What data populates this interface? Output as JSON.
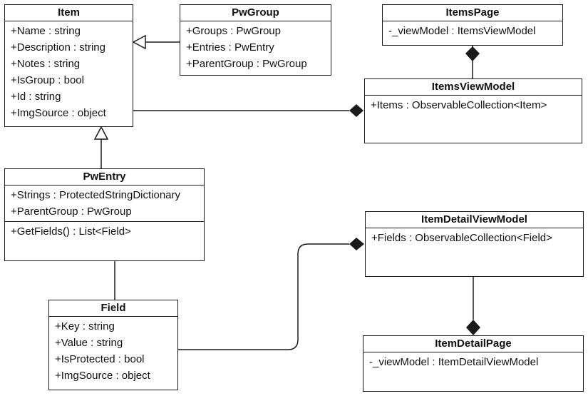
{
  "classes": {
    "item": {
      "name": "Item",
      "attributes": [
        "+Name : string",
        "+Description : string",
        "+Notes : string",
        "+IsGroup : bool",
        "+Id : string",
        "+ImgSource : object"
      ]
    },
    "pwgroup": {
      "name": "PwGroup",
      "attributes": [
        "+Groups : PwGroup",
        "+Entries : PwEntry",
        "+ParentGroup : PwGroup"
      ]
    },
    "itemspage": {
      "name": "ItemsPage",
      "attributes": [
        "-_viewModel : ItemsViewModel"
      ]
    },
    "itemsviewmodel": {
      "name": "ItemsViewModel",
      "attributes": [
        "+Items : ObservableCollection<Item>"
      ]
    },
    "pwentry": {
      "name": "PwEntry",
      "attributes": [
        "+Strings : ProtectedStringDictionary",
        "+ParentGroup : PwGroup"
      ],
      "operations": [
        "+GetFields() : List<Field>"
      ]
    },
    "field": {
      "name": "Field",
      "attributes": [
        "+Key : string",
        "+Value : string",
        "+IsProtected : bool",
        "+ImgSource : object"
      ]
    },
    "itemdetailviewmodel": {
      "name": "ItemDetailViewModel",
      "attributes": [
        "+Fields : ObservableCollection<Field>"
      ]
    },
    "itemdetailpage": {
      "name": "ItemDetailPage",
      "attributes": [
        "-_viewModel : ItemDetailViewModel"
      ]
    }
  }
}
